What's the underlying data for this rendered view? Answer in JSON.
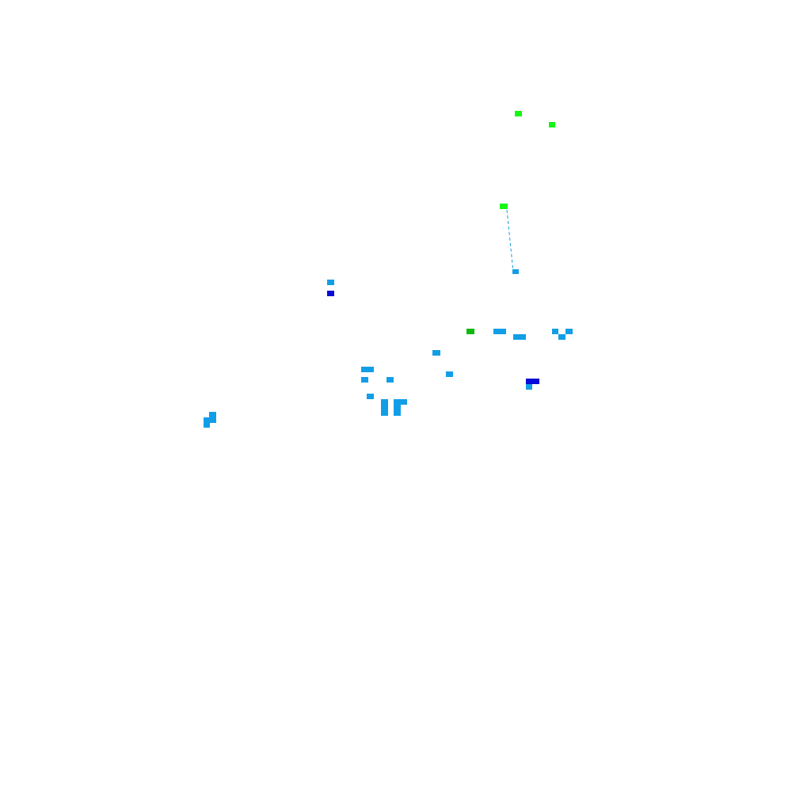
{
  "background_color": "#ffffff",
  "colors": {
    "light_blue": "#129ee7",
    "dark_blue": "#0a0ad6",
    "bright_green": "#16f516",
    "green": "#0dba0d",
    "dashed_line": "#129ee7"
  },
  "marks": [
    {
      "color": "bright_green"
    },
    {
      "color": "bright_green"
    },
    {
      "color": "bright_green"
    },
    {
      "color": "light_blue"
    },
    {
      "color": "light_blue"
    },
    {
      "color": "dark_blue"
    },
    {
      "color": "green"
    },
    {
      "color": "light_blue"
    },
    {
      "color": "light_blue"
    },
    {
      "color": "light_blue"
    },
    {
      "color": "light_blue"
    },
    {
      "color": "light_blue"
    },
    {
      "color": "light_blue"
    },
    {
      "color": "light_blue"
    },
    {
      "color": "light_blue"
    },
    {
      "color": "light_blue"
    },
    {
      "color": "light_blue"
    },
    {
      "color": "light_blue"
    },
    {
      "color": "light_blue"
    },
    {
      "color": "light_blue"
    },
    {
      "color": "light_blue"
    },
    {
      "color": "light_blue"
    },
    {
      "color": "light_blue"
    },
    {
      "color": "dark_blue"
    },
    {
      "color": "light_blue"
    },
    {
      "color": "light_blue"
    },
    {
      "color": "light_blue"
    },
    {
      "color": "light_blue"
    },
    {
      "color": "light_blue"
    },
    {
      "color": "light_blue"
    }
  ]
}
